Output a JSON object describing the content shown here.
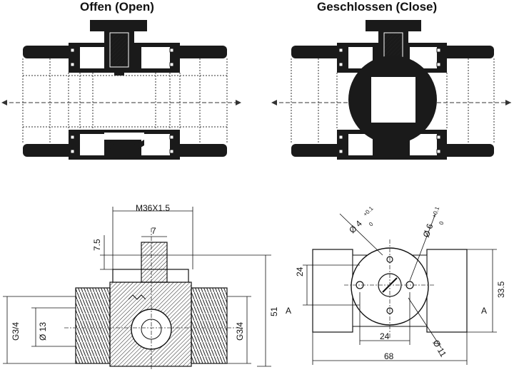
{
  "titles": {
    "open": "Offen (Open)",
    "close": "Geschlossen (Close)"
  },
  "dimensions": {
    "thread_top": "M36X1.5",
    "stem_width": "7",
    "top_height": "7.5",
    "pipe_thread_left": "G3/4",
    "pipe_thread_right": "G3/4",
    "bore": "Ø 13",
    "overall_height": "51",
    "hole_small": "Ø 4",
    "hole_small_tol_upper": "+0.1",
    "hole_small_tol_lower": "0",
    "hole_large": "Ø 6",
    "hole_large_tol_upper": "+0.1",
    "hole_large_tol_lower": "0",
    "flange_vertical": "24",
    "flange_horizontal": "24",
    "axis_height": "33.5",
    "pcd": "Ø 11",
    "overall_length": "68",
    "section_left": "A",
    "section_right": "A"
  }
}
